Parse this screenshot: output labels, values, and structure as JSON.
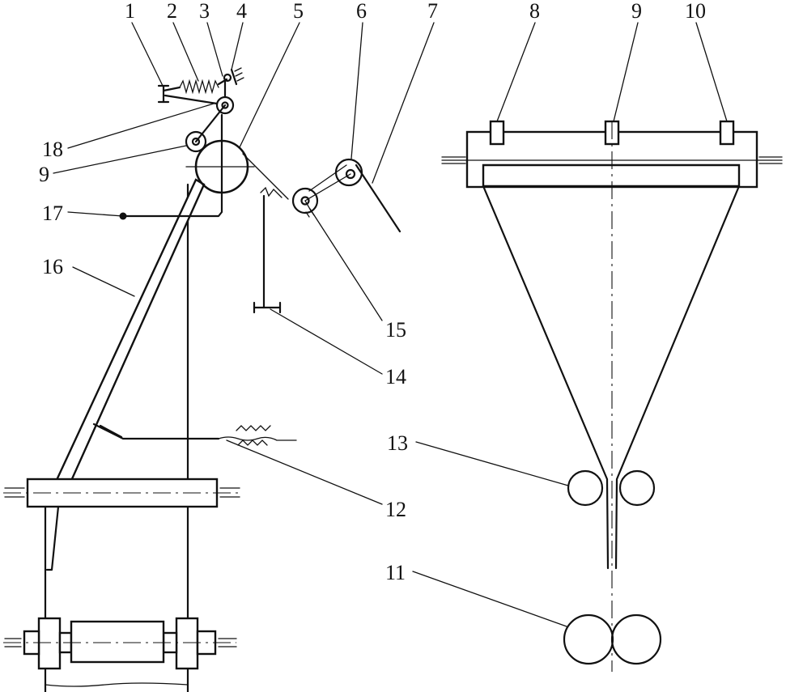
{
  "labels": {
    "n1": "1",
    "n2": "2",
    "n3": "3",
    "n4": "4",
    "n5": "5",
    "n6": "6",
    "n7": "7",
    "n8": "8",
    "n9_right": "9",
    "n10": "10",
    "n18": "18",
    "n9_left": "9",
    "n17": "17",
    "n16": "16",
    "n15": "15",
    "n14": "14",
    "n13": "13",
    "n12": "12",
    "n11": "11"
  }
}
